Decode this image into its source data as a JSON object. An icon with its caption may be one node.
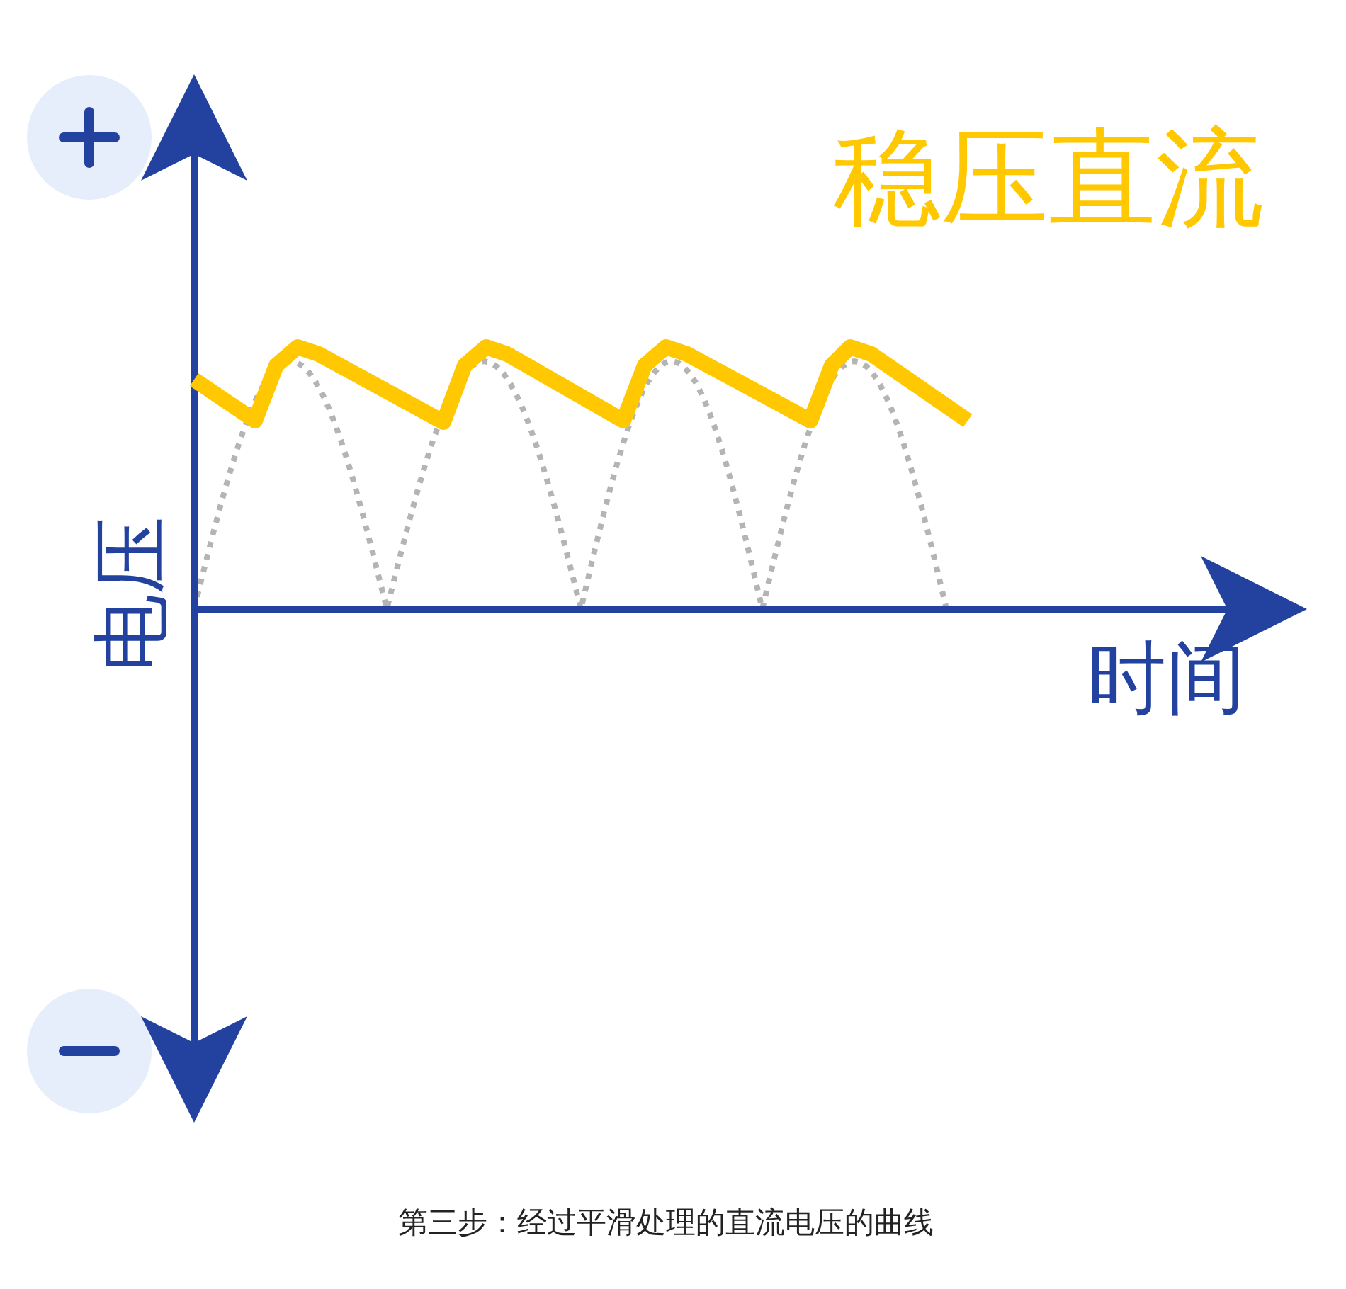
{
  "diagram": {
    "caption": "第三步：经过平滑处理的直流电压的曲线",
    "labels": [
      "稳压直流",
      "电压",
      "时间"
    ]
  }
}
